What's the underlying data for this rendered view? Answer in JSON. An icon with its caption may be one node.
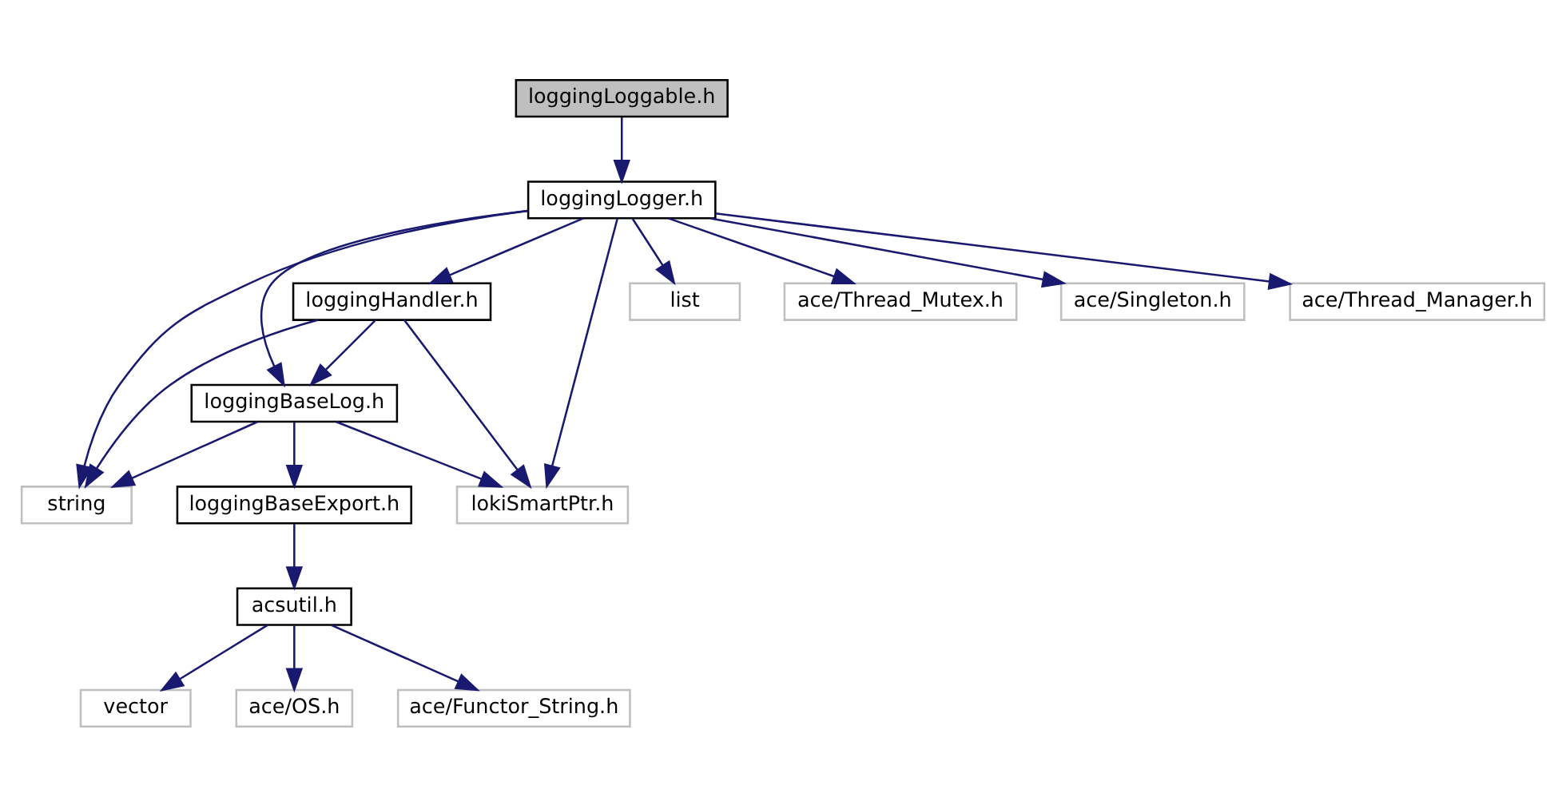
{
  "diagram": {
    "nodes": [
      {
        "text": [
          "loggingLoggable.h"
        ]
      },
      {
        "text": [
          "loggingLogger.h"
        ]
      },
      {
        "text": [
          "loggingHandler.h"
        ]
      },
      {
        "text": [
          "list"
        ]
      },
      {
        "text": [
          "ace/Thread_Mutex.h"
        ]
      },
      {
        "text": [
          "ace/Singleton.h"
        ]
      },
      {
        "text": [
          "ace/Thread_Manager.h"
        ]
      },
      {
        "text": [
          "loggingBaseLog.h"
        ]
      },
      {
        "text": [
          "lokiSmartPtr.h"
        ]
      },
      {
        "text": [
          "loggingBaseExport.h"
        ]
      },
      {
        "text": [
          "string"
        ]
      },
      {
        "text": [
          "acsutil.h"
        ]
      },
      {
        "text": [
          "vector"
        ]
      },
      {
        "text": [
          "ace/OS.h"
        ]
      },
      {
        "text": [
          "ace/Functor_String.h"
        ]
      }
    ],
    "edges": [
      {
        "from": 0,
        "to": 1,
        "arrow": "to"
      },
      {
        "from": 1,
        "to": 2,
        "arrow": "to"
      },
      {
        "from": 1,
        "to": 7,
        "arrow": "to"
      },
      {
        "from": 1,
        "to": 8,
        "arrow": "to"
      },
      {
        "from": 1,
        "to": 10,
        "arrow": "to"
      },
      {
        "from": 1,
        "to": 3,
        "arrow": "to"
      },
      {
        "from": 1,
        "to": 4,
        "arrow": "to"
      },
      {
        "from": 1,
        "to": 5,
        "arrow": "to"
      },
      {
        "from": 1,
        "to": 6,
        "arrow": "to"
      },
      {
        "from": 2,
        "to": 7,
        "arrow": "to"
      },
      {
        "from": 2,
        "to": 8,
        "arrow": "to"
      },
      {
        "from": 2,
        "to": 10,
        "arrow": "to"
      },
      {
        "from": 7,
        "to": 8,
        "arrow": "to"
      },
      {
        "from": 7,
        "to": 9,
        "arrow": "to"
      },
      {
        "from": 7,
        "to": 10,
        "arrow": "to"
      },
      {
        "from": 9,
        "to": 11,
        "arrow": "to"
      },
      {
        "from": 11,
        "to": 12,
        "arrow": "to"
      },
      {
        "from": 11,
        "to": 13,
        "arrow": "to"
      },
      {
        "from": 11,
        "to": 14,
        "arrow": "to"
      }
    ]
  }
}
